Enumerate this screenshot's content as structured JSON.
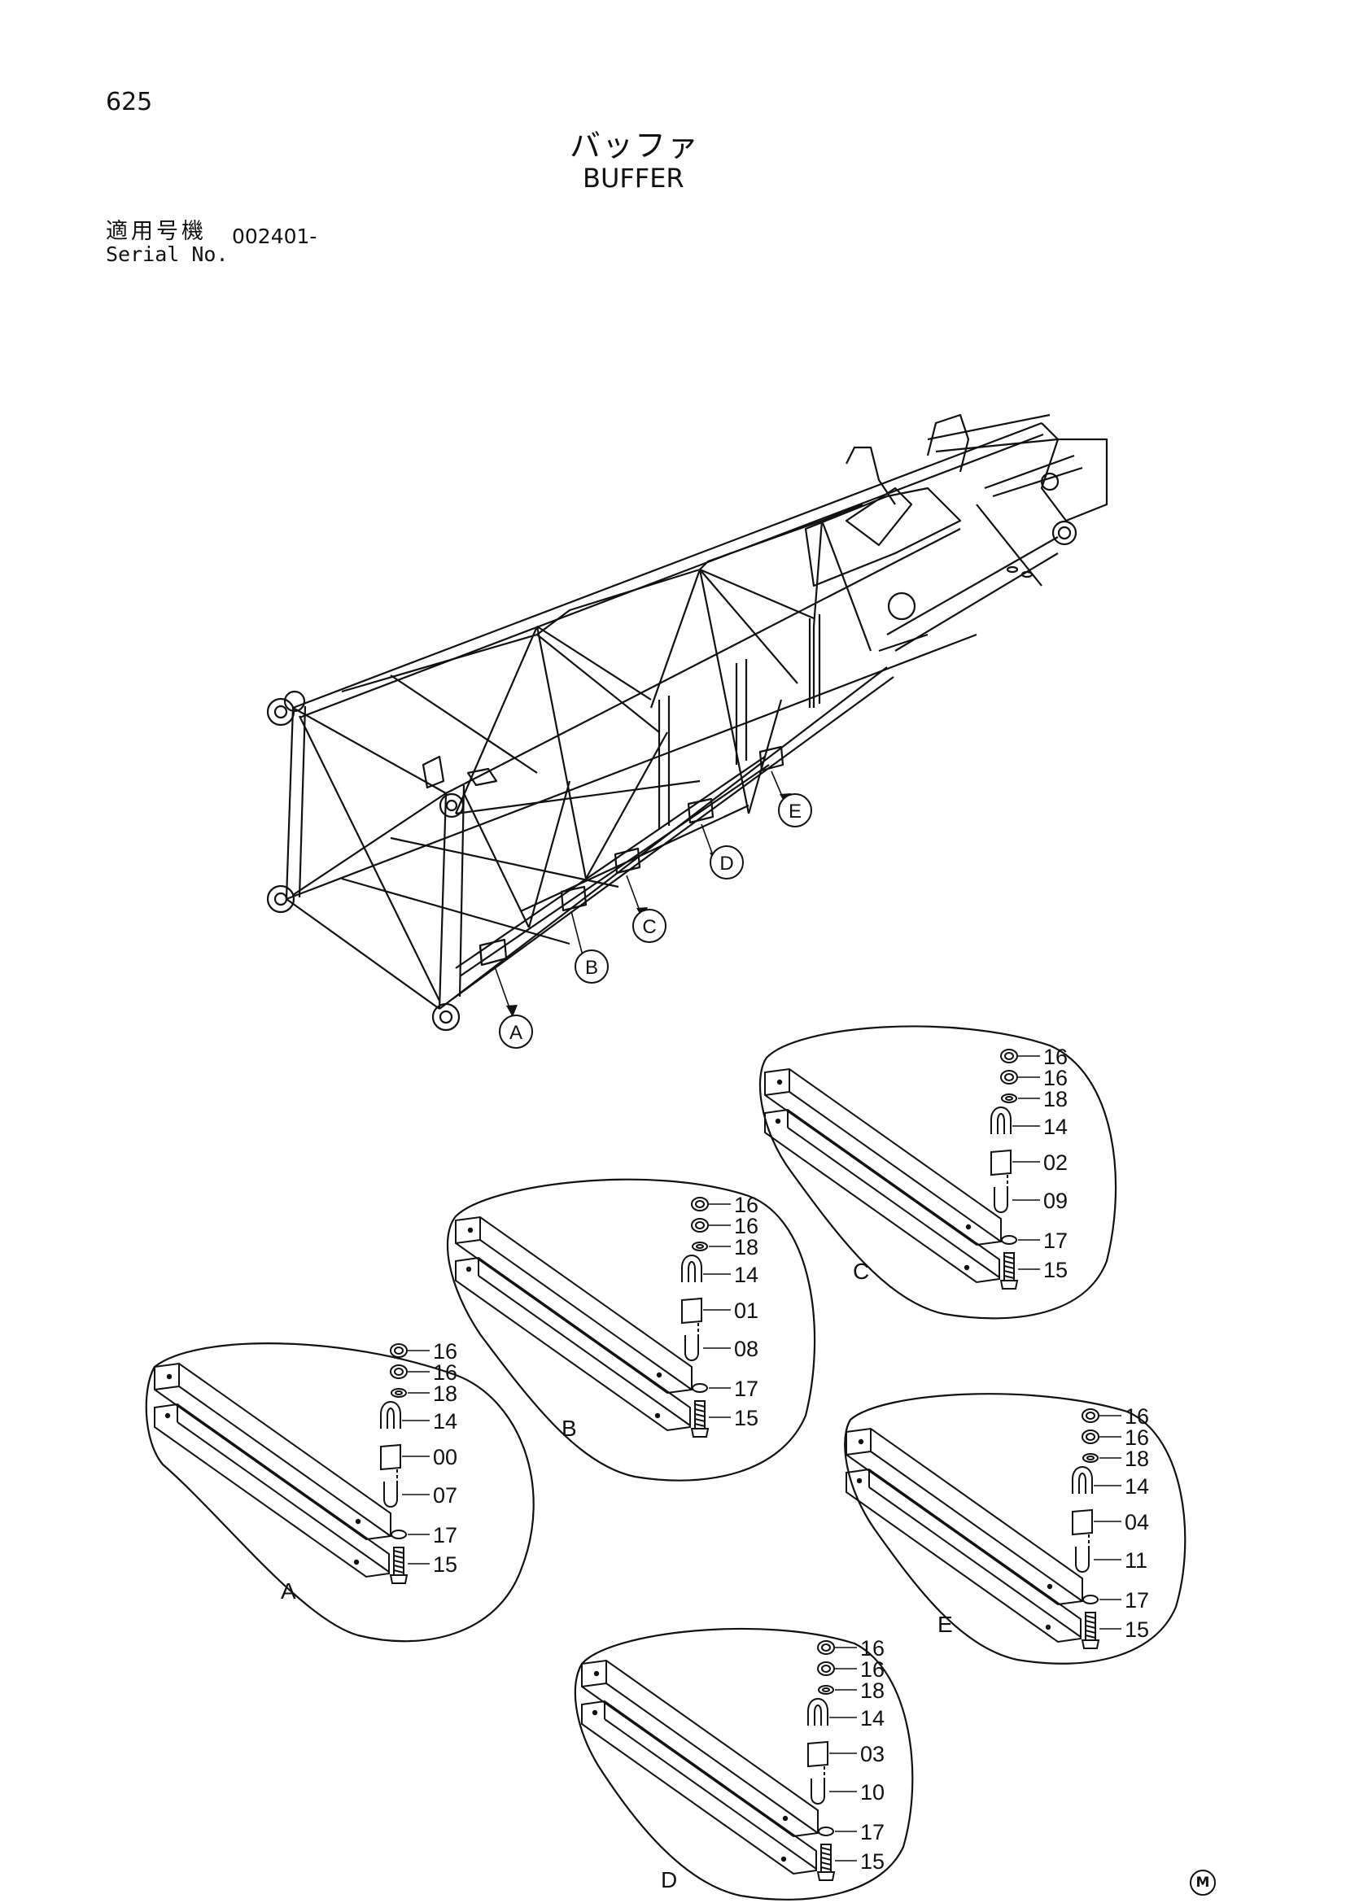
{
  "header": {
    "page_number": "625",
    "title_jp": "バッファ",
    "title_en": "BUFFER",
    "serial_label_jp": "適用号機",
    "serial_label_en": "Serial No.",
    "serial_value": "002401-"
  },
  "footer": {
    "mark": "M"
  },
  "location_callouts": [
    "A",
    "B",
    "C",
    "D",
    "E"
  ],
  "detail_views": [
    {
      "id": "A",
      "parts": [
        "16",
        "16",
        "18",
        "14",
        "00",
        "07",
        "17",
        "15"
      ]
    },
    {
      "id": "B",
      "parts": [
        "16",
        "16",
        "18",
        "14",
        "01",
        "08",
        "17",
        "15"
      ]
    },
    {
      "id": "C",
      "parts": [
        "16",
        "16",
        "18",
        "14",
        "02",
        "09",
        "17",
        "15"
      ]
    },
    {
      "id": "D",
      "parts": [
        "16",
        "16",
        "18",
        "14",
        "03",
        "10",
        "17",
        "15"
      ]
    },
    {
      "id": "E",
      "parts": [
        "16",
        "16",
        "18",
        "14",
        "04",
        "11",
        "17",
        "15"
      ]
    }
  ]
}
